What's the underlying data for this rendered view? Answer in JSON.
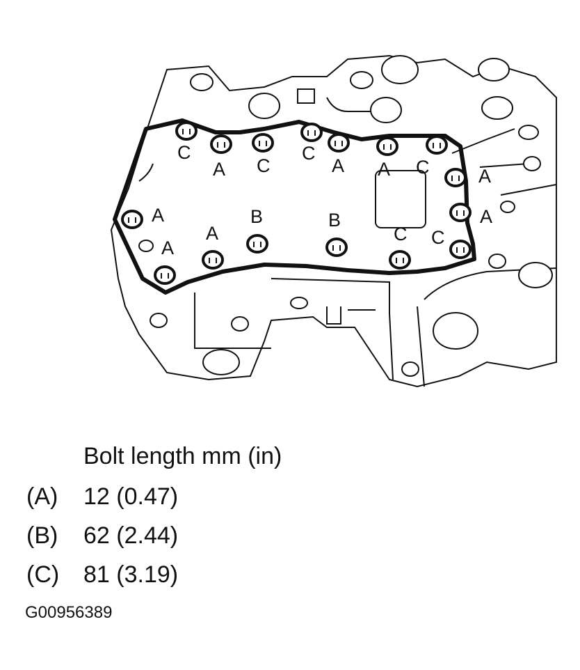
{
  "diagram": {
    "callouts": [
      {
        "letter": "C"
      },
      {
        "letter": "A"
      },
      {
        "letter": "C"
      },
      {
        "letter": "C"
      },
      {
        "letter": "A"
      },
      {
        "letter": "A"
      },
      {
        "letter": "C"
      },
      {
        "letter": "A"
      },
      {
        "letter": "A"
      },
      {
        "letter": "A"
      },
      {
        "letter": "A"
      },
      {
        "letter": "B"
      },
      {
        "letter": "B"
      },
      {
        "letter": "C"
      },
      {
        "letter": "C"
      },
      {
        "letter": "A"
      }
    ]
  },
  "legend": {
    "title": "Bolt length mm (in)",
    "rows": [
      {
        "key": "(A)",
        "value": "12 (0.47)"
      },
      {
        "key": "(B)",
        "value": "62 (2.44)"
      },
      {
        "key": "(C)",
        "value": "81 (3.19)"
      }
    ]
  },
  "figure_id": "G00956389"
}
